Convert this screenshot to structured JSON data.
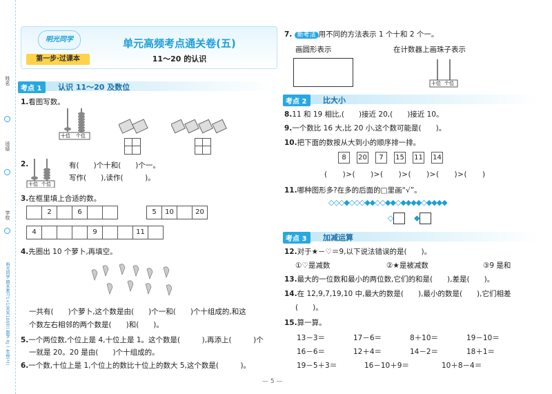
{
  "header": {
    "logo": "明光同学",
    "step": "第一步·过课本",
    "title": "单元高频考点通关卷(五)",
    "subtitle": "11～20 的认识"
  },
  "side": {
    "name": "姓名",
    "class": "班级",
    "school": "学校",
    "brand": "明光同学 期末复习1+1(天天100分) 数学 RJ 一年级(上)"
  },
  "kp1": {
    "tag": "考点 1",
    "title": "认识 11～20 及数位"
  },
  "q1": {
    "num": "1.",
    "text": "看图写数。",
    "ten": "十位",
    "one": "个位"
  },
  "q2": {
    "num": "2.",
    "l1": "有(　　)个十和(　　)个一。",
    "l2": "写作(　　),读作(　　　)。",
    "ten": "十位",
    "one": "个位"
  },
  "q3": {
    "num": "3.",
    "text": "在框里填上合适的数。",
    "row1a": [
      "",
      "2",
      "",
      "6",
      "",
      ""
    ],
    "row1b": [
      "5",
      "10",
      "",
      "20"
    ],
    "row2": [
      "4",
      "",
      "",
      "",
      "9",
      "",
      "",
      "11",
      ""
    ]
  },
  "q4": {
    "num": "4.",
    "text": "先圈出 10 个萝卜,再填空。",
    "l1": "一共有(　　)个萝卜,这个数是由(　　)个一和(　　)个十组成的,和这",
    "l2": "个数左右相邻的两个数是(　　)和(　　)。"
  },
  "q5": {
    "num": "5.",
    "l1": "一个两位数,个位上是 4,十位上是 1。这个数是(　　　),再添上(　　　)个",
    "l2": "一就是 20。20 是由(　　)个十组成的。"
  },
  "q6": {
    "num": "6.",
    "text": "一个数,十位上是 1,个位上的数比十位上的数大 5,这个数是(　　　)。"
  },
  "q7": {
    "num": "7.",
    "badge": "新考法",
    "text": "用不同的方法表示 1 个十和 2 个一。",
    "left": "画圆形表示",
    "right": "在计数器上画珠子表示",
    "ten": "十位",
    "one": "个位"
  },
  "kp2": {
    "tag": "考点 2",
    "title": "比大小"
  },
  "q8": {
    "num": "8.",
    "text": "11 和 19 相比,(　　)接近 20,(　　)接近 10。"
  },
  "q9": {
    "num": "9.",
    "text": "一个数比 16 大,比 20 小,这个数可能是(　　)。"
  },
  "q10": {
    "num": "10.",
    "text": "把下面的数按从大到小的顺序排一排。",
    "nums": [
      "8",
      "20",
      "7",
      "15",
      "11",
      "14"
    ],
    "order": "(　　)>(　　)>(　　)>(　　)>(　　)>(　　)"
  },
  "q11": {
    "num": "11.",
    "text": "哪种图形多?在多的后面的□里画“√”。",
    "pattern": "◇◇◇◆◇◇◇◆◆◇◇◆◆◇◆◆◆◆◇◆◆◆◆",
    "opt1": "◇",
    "opt2": "◆"
  },
  "kp3": {
    "tag": "考点 3",
    "title": "加减运算"
  },
  "q12": {
    "num": "12.",
    "text": "对于★－♡＝9,以下说法错误的是(　　)。",
    "o1": "①♡是减数",
    "o2": "②★是被减数",
    "o3": "③9 是和"
  },
  "q13": {
    "num": "13.",
    "text": "最大的一位数和最小的两位数,它们的和是(　　),差是(　　)。"
  },
  "q14": {
    "num": "14.",
    "l1": "在 12,9,7,19,10 中,最大的数是(　　),最小的数是(　　),它们相差",
    "l2": "(　　)。"
  },
  "q15": {
    "num": "15.",
    "text": "算一算。",
    "rows": [
      [
        "13－3＝",
        "17－6＝",
        "8＋10＝",
        "19－10＝"
      ],
      [
        "16－6＝",
        "12＋4＝",
        "14－2＝",
        "18＋1＝"
      ],
      [
        "19－5＋3＝",
        "16－10＋9＝",
        "10＋8－4＝",
        ""
      ]
    ]
  },
  "page": "— 5 —"
}
